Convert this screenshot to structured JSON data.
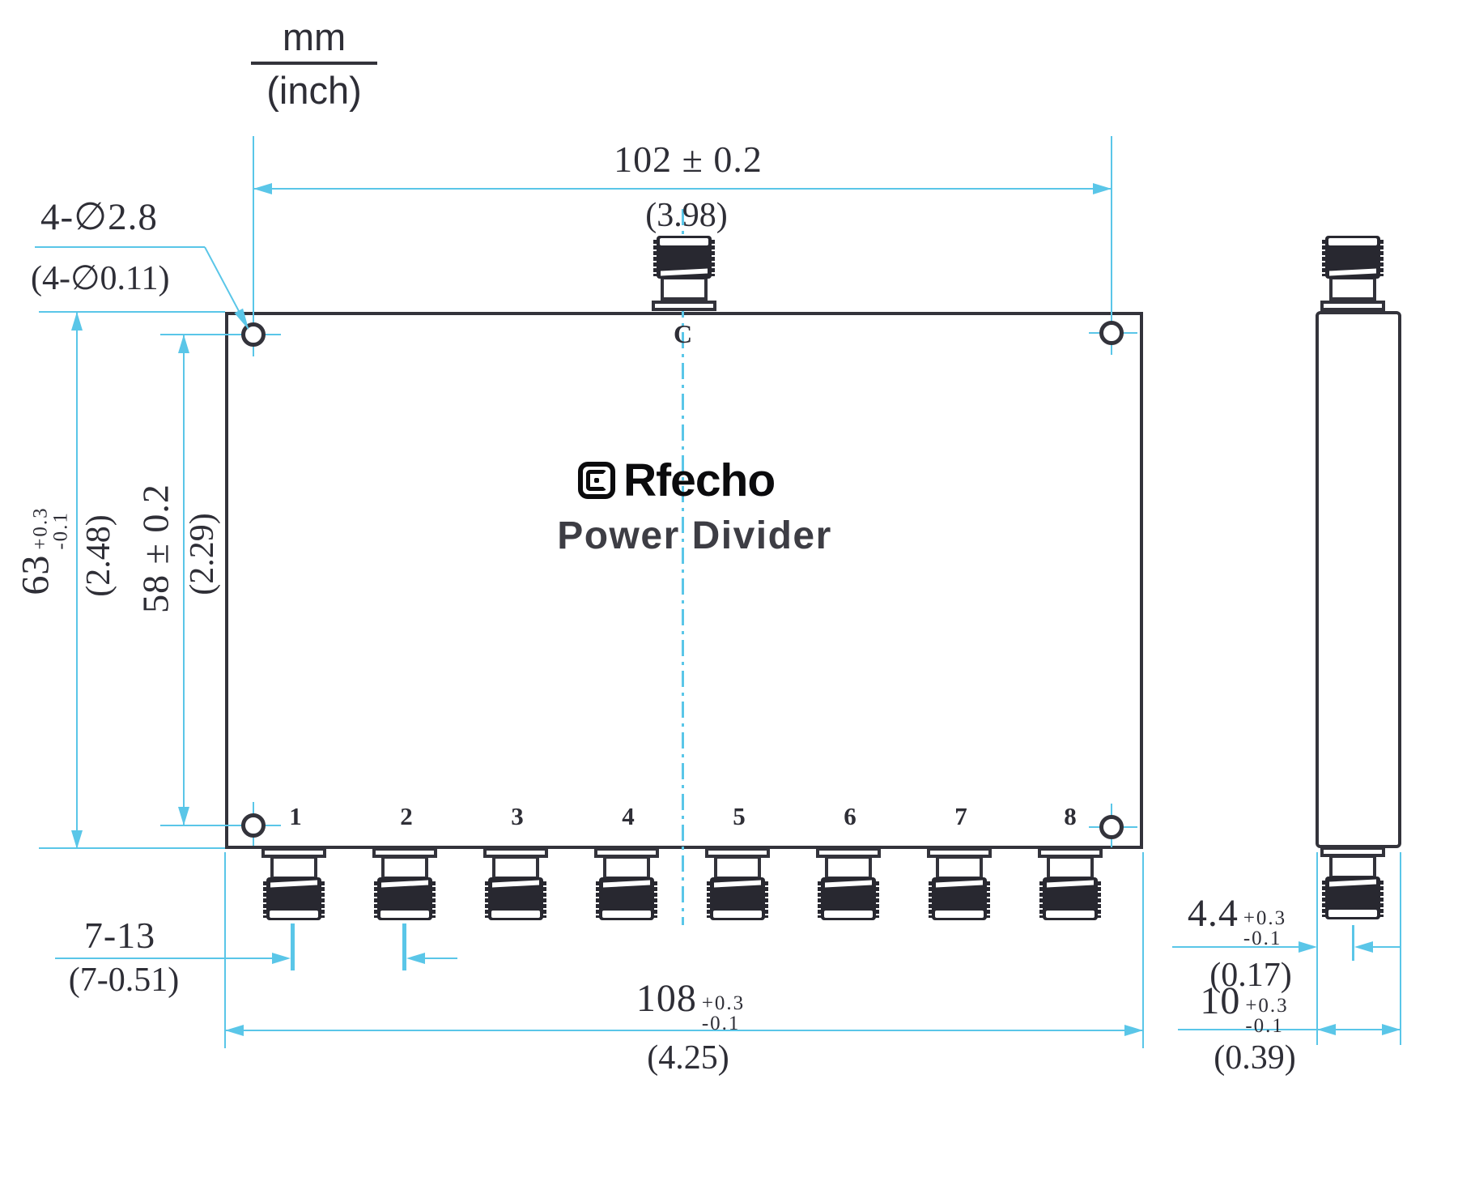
{
  "legend": {
    "unit_top": "mm",
    "unit_bottom": "(inch)"
  },
  "brand": {
    "logo_text": "Rfecho",
    "product": "Power Divider"
  },
  "front_view": {
    "center_port": "C",
    "ports": [
      "1",
      "2",
      "3",
      "4",
      "5",
      "6",
      "7",
      "8"
    ]
  },
  "dims": {
    "top_span": {
      "mm": "102 ± 0.2",
      "inch": "(3.98)"
    },
    "holes": {
      "mm": "4-∅2.8",
      "inch": "(4-∅0.11)"
    },
    "height": {
      "mm": "63",
      "plus": "+0.3",
      "minus": "-0.1",
      "inch": "(2.48)"
    },
    "hole_height": {
      "mm": "58 ± 0.2",
      "inch": "(2.29)"
    },
    "port_pitch": {
      "mm": "7-13",
      "inch": "(7-0.51)"
    },
    "width": {
      "mm": "108",
      "plus": "+0.3",
      "minus": "-0.1",
      "inch": "(4.25)"
    },
    "conn_offset": {
      "mm": "4.4",
      "plus": "+0.3",
      "minus": "-0.1",
      "inch": "(0.17)"
    },
    "thickness": {
      "mm": "10",
      "plus": "+0.3",
      "minus": "-0.1",
      "inch": "(0.39)"
    }
  },
  "colors": {
    "dimension_line": "#5ac6e8",
    "drawing_line": "#33333b",
    "connector_fill": "#282830",
    "logo_color": "#0b0b0d",
    "subtitle_color": "#3d3d44"
  }
}
